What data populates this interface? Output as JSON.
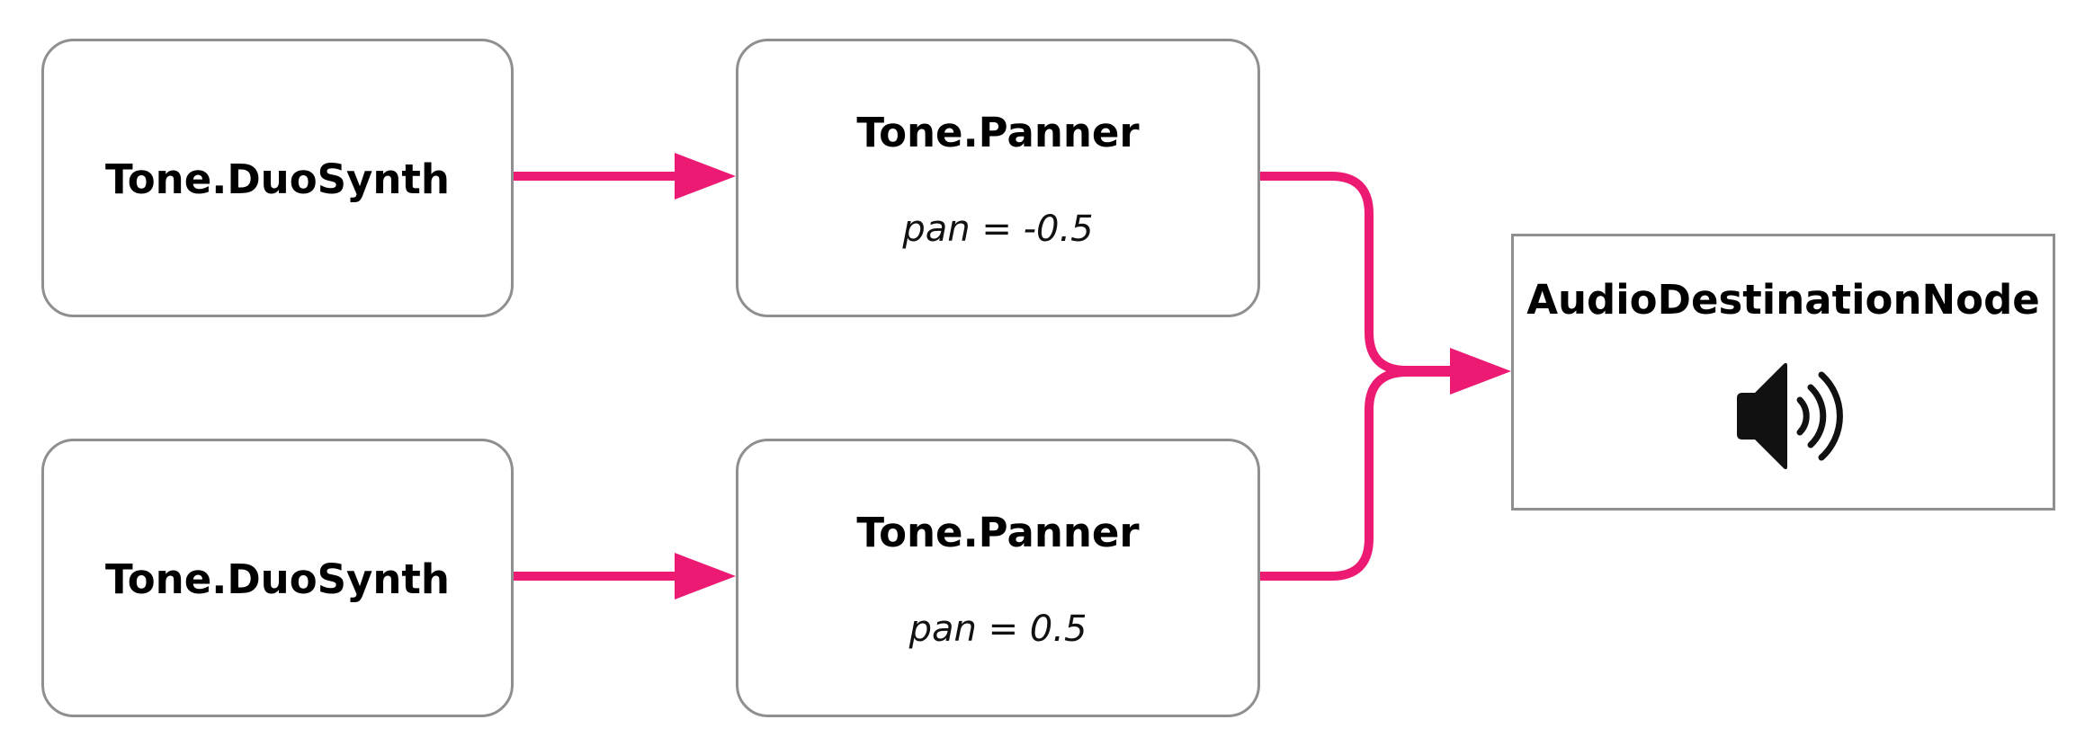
{
  "colors": {
    "connection": "#ec1a73",
    "node_border": "#8f8f8f",
    "text": "#000000"
  },
  "nodes": {
    "synth_1": {
      "label": "Tone.DuoSynth"
    },
    "synth_2": {
      "label": "Tone.DuoSynth"
    },
    "panner_1": {
      "label": "Tone.Panner",
      "param": "pan = -0.5"
    },
    "panner_2": {
      "label": "Tone.Panner",
      "param": "pan = 0.5"
    },
    "destination": {
      "label": "AudioDestinationNode",
      "icon": "speaker-icon"
    }
  },
  "connections": [
    {
      "from": "synth_1",
      "to": "panner_1"
    },
    {
      "from": "synth_2",
      "to": "panner_2"
    },
    {
      "from": "panner_1",
      "to": "destination"
    },
    {
      "from": "panner_2",
      "to": "destination"
    }
  ]
}
